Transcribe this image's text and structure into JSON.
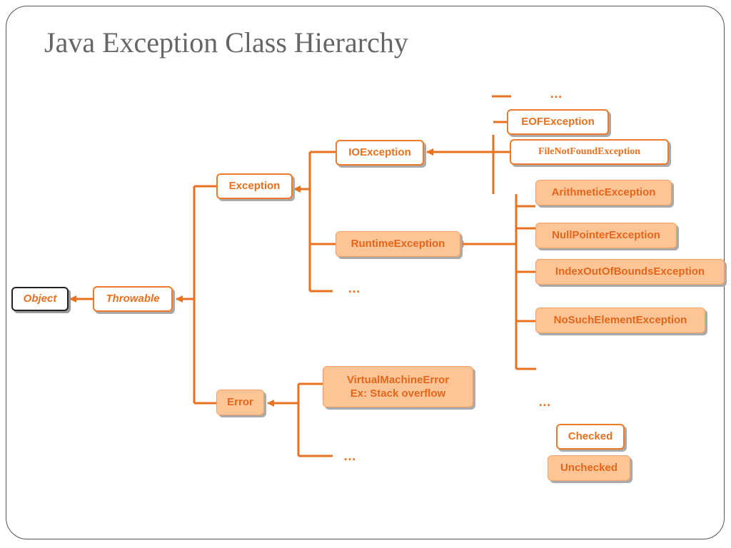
{
  "title": "Java Exception Class Hierarchy",
  "colors": {
    "line": "#e8701e",
    "checked_fill": "#ffffff",
    "unchecked_fill": "#fdc496"
  },
  "nodes": {
    "object": "Object",
    "throwable": "Throwable",
    "exception": "Exception",
    "error": "Error",
    "ioexception": "IOException",
    "runtimeexception": "RuntimeException",
    "eofexception": "EOFException",
    "filenotfoundexception": "FileNotFoundException",
    "arithmeticexception": "ArithmeticException",
    "nullpointerexception": "NullPointerException",
    "indexoutofboundsexception": "IndexOutOfBoundsException",
    "nosuchelementexception": "NoSuchElementException",
    "virtualmachineerror_line1": "VirtualMachineError",
    "virtualmachineerror_line2": "Ex: Stack overflow"
  },
  "ellipsis": "…",
  "legend": {
    "checked": "Checked",
    "unchecked": "Unchecked"
  }
}
